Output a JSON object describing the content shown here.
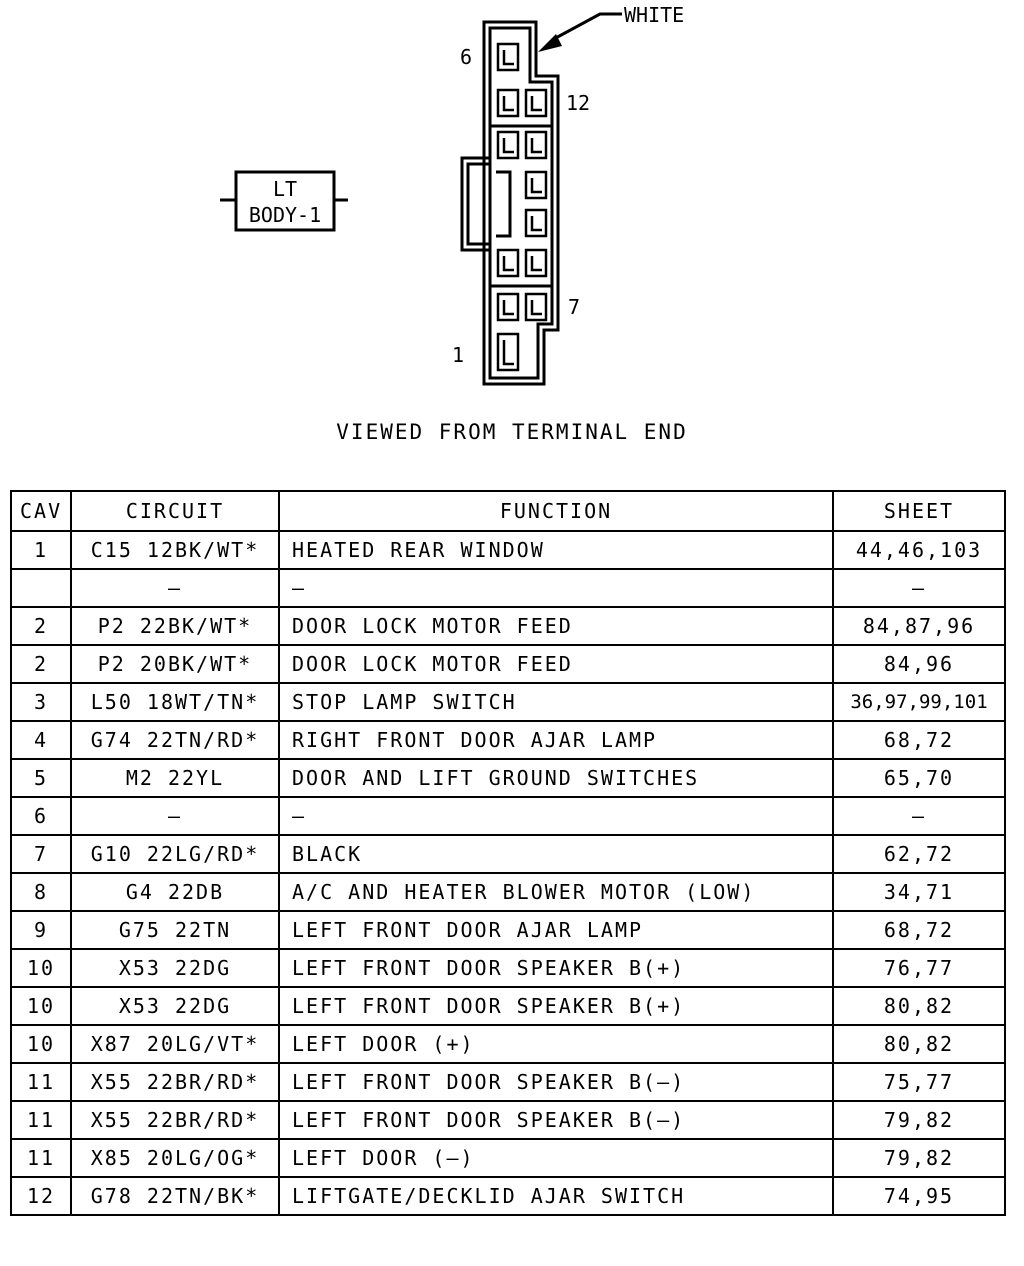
{
  "connector": {
    "name_line1": "LT",
    "name_line2": "BODY-1",
    "color_callout": "WHITE",
    "pin_labels": {
      "p6": "6",
      "p12": "12",
      "p7": "7",
      "p1": "1"
    }
  },
  "caption": "VIEWED FROM TERMINAL END",
  "table": {
    "headers": {
      "cav": "CAV",
      "circuit": "CIRCUIT",
      "function": "FUNCTION",
      "sheet": "SHEET"
    },
    "rows": [
      {
        "cav": "1",
        "circuit": "C15 12BK/WT*",
        "function": "HEATED REAR WINDOW",
        "sheet": "44,46,103"
      },
      {
        "cav": "",
        "circuit": "—",
        "function": "—",
        "sheet": "—"
      },
      {
        "cav": "2",
        "circuit": "P2 22BK/WT*",
        "function": "DOOR LOCK MOTOR FEED",
        "sheet": "84,87,96"
      },
      {
        "cav": "2",
        "circuit": "P2 20BK/WT*",
        "function": "DOOR LOCK MOTOR FEED",
        "sheet": "84,96"
      },
      {
        "cav": "3",
        "circuit": "L50 18WT/TN*",
        "function": "STOP LAMP SWITCH",
        "sheet": "36,97,99,101"
      },
      {
        "cav": "4",
        "circuit": "G74 22TN/RD*",
        "function": "RIGHT FRONT DOOR AJAR LAMP",
        "sheet": "68,72"
      },
      {
        "cav": "5",
        "circuit": "M2 22YL",
        "function": "DOOR AND LIFT GROUND SWITCHES",
        "sheet": "65,70"
      },
      {
        "cav": "6",
        "circuit": "—",
        "function": "—",
        "sheet": "—"
      },
      {
        "cav": "7",
        "circuit": "G10 22LG/RD*",
        "function": "BLACK",
        "sheet": "62,72"
      },
      {
        "cav": "8",
        "circuit": "G4 22DB",
        "function": "A/C AND HEATER BLOWER MOTOR (LOW)",
        "sheet": "34,71"
      },
      {
        "cav": "9",
        "circuit": "G75 22TN",
        "function": "LEFT FRONT DOOR AJAR LAMP",
        "sheet": "68,72"
      },
      {
        "cav": "10",
        "circuit": "X53 22DG",
        "function": "LEFT FRONT DOOR SPEAKER B(+)",
        "sheet": "76,77"
      },
      {
        "cav": "10",
        "circuit": "X53 22DG",
        "function": "LEFT FRONT DOOR SPEAKER B(+)",
        "sheet": "80,82"
      },
      {
        "cav": "10",
        "circuit": "X87 20LG/VT*",
        "function": "LEFT DOOR (+)",
        "sheet": "80,82"
      },
      {
        "cav": "11",
        "circuit": "X55 22BR/RD*",
        "function": "LEFT FRONT DOOR SPEAKER B(—)",
        "sheet": "75,77"
      },
      {
        "cav": "11",
        "circuit": "X55 22BR/RD*",
        "function": "LEFT FRONT DOOR SPEAKER B(—)",
        "sheet": "79,82"
      },
      {
        "cav": "11",
        "circuit": "X85 20LG/OG*",
        "function": "LEFT DOOR (—)",
        "sheet": "79,82"
      },
      {
        "cav": "12",
        "circuit": "G78 22TN/BK*",
        "function": "LIFTGATE/DECKLID AJAR SWITCH",
        "sheet": "74,95"
      }
    ]
  }
}
